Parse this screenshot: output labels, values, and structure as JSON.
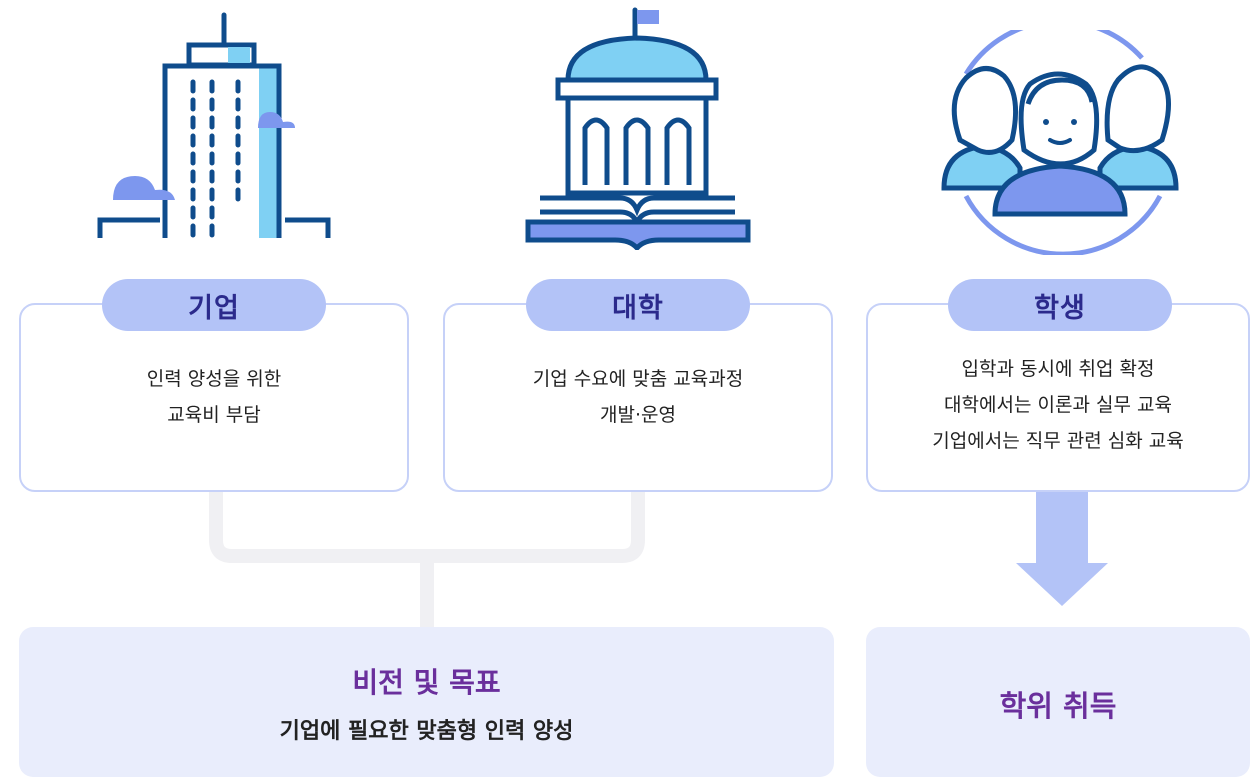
{
  "columns": [
    {
      "title": "기업",
      "icon": "office-building-icon",
      "lines": [
        "인력 양성을 위한",
        "교육비 부담"
      ]
    },
    {
      "title": "대학",
      "icon": "university-building-icon",
      "lines": [
        "기업 수요에 맞춤 교육과정",
        "개발·운영"
      ]
    },
    {
      "title": "학생",
      "icon": "students-group-icon",
      "lines": [
        "입학과 동시에 취업 확정",
        "대학에서는 이론과 실무 교육",
        "기업에서는 직무 관련 심화 교육"
      ]
    }
  ],
  "vision": {
    "title": "비전 및 목표",
    "subtitle": "기업에 필요한 맞춤형 인력 양성"
  },
  "degree": {
    "title": "학위 취득"
  },
  "colors": {
    "navy": "#0f4c8c",
    "light_blue": "#7fd0f3",
    "periwinkle": "#7d97ee",
    "pill": "#b3c3f7",
    "card_border": "#c6d1f8",
    "bottom_bg": "#e9edfc",
    "accent_text": "#6a2f9c"
  }
}
